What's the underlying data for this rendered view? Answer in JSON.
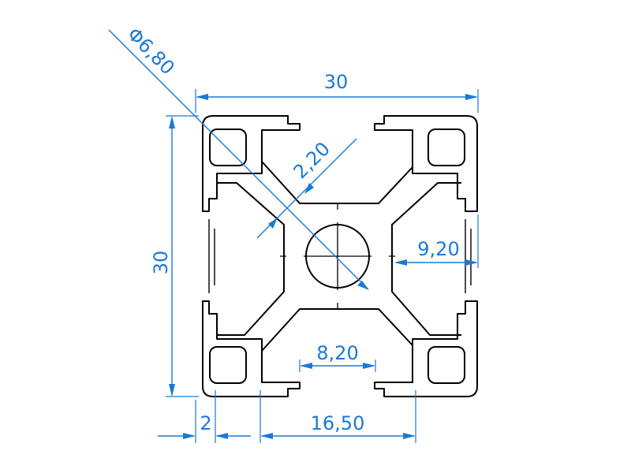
{
  "dimensions": {
    "width": "30",
    "height": "30",
    "bore_diameter": "Φ6,80",
    "wall": "2,20",
    "slot_depth": "9,20",
    "slot_width": "8,20",
    "groove_span": "16,50",
    "edge_offset": "2"
  },
  "colors": {
    "dimension": "#1b79d6",
    "outline": "#000000",
    "background": "#ffffff"
  }
}
